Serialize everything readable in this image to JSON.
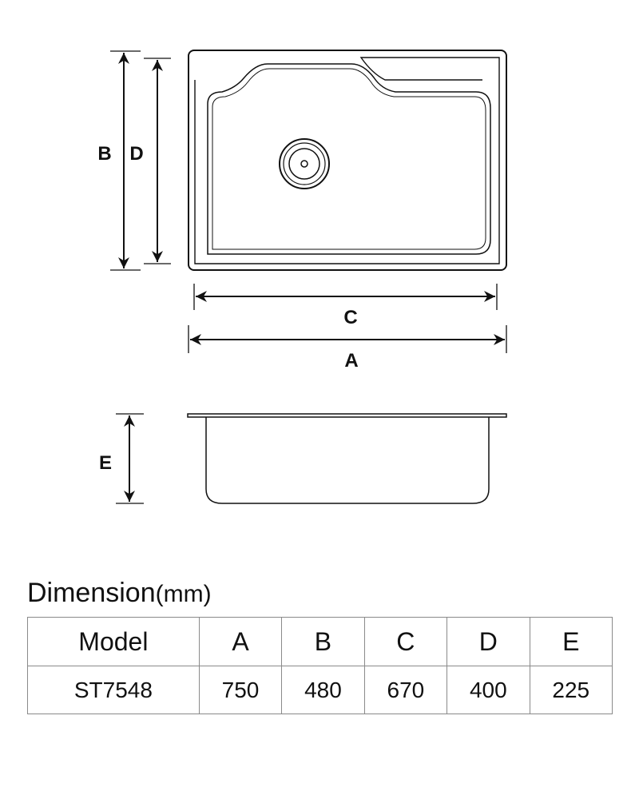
{
  "labels": {
    "A": "A",
    "B": "B",
    "C": "C",
    "D": "D",
    "E": "E"
  },
  "title": {
    "main": "Dimension",
    "unit": "(mm)"
  },
  "table": {
    "headers": [
      "Model",
      "A",
      "B",
      "C",
      "D",
      "E"
    ],
    "rows": [
      [
        "ST7548",
        "750",
        "480",
        "670",
        "400",
        "225"
      ]
    ]
  }
}
